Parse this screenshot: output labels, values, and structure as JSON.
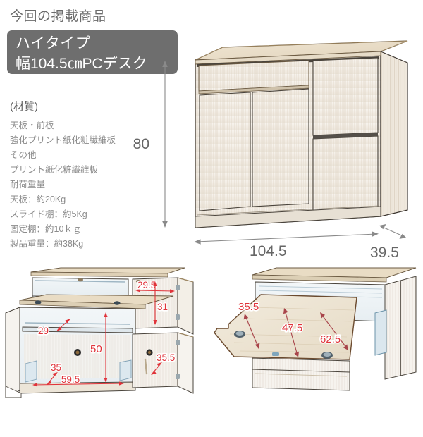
{
  "header": {
    "title": "今回の掲載商品",
    "badge_line1": "ハイタイプ",
    "badge_line2": "幅104.5㎝PCデスク",
    "badge_color": "#6e6e6e",
    "title_color": "#6b6b6b"
  },
  "materials": {
    "heading": "(材質)",
    "lines": [
      "天板・前板",
      "強化プリント紙化粧繊維板",
      "その他",
      "プリント紙化粧繊維板",
      "耐荷重量",
      "天板：約20Kg",
      "スライド棚：約5Kg",
      "固定棚：約10ｋｇ",
      "製品重量：約38Kg"
    ]
  },
  "main_view": {
    "name": "cabinet-perspective",
    "dimension_color": "#666666",
    "dimensions": {
      "height": "80",
      "width": "104.5",
      "depth": "39.5"
    }
  },
  "detail_left": {
    "name": "open-doors-interior-view",
    "dimension_color": "#e0333a",
    "dimensions": {
      "right_top_width": "29.5",
      "right_top_height": "31",
      "shelf_depth": "29",
      "interior_height": "50",
      "slide_depth": "35",
      "interior_width": "59.5",
      "right_bottom_depth": "35.5"
    }
  },
  "detail_right": {
    "name": "slide-shelf-view",
    "dimension_color": "#e0333a",
    "dimensions": {
      "tray_depth": "35.5",
      "tray_width_inner": "47.5",
      "tray_width_outer": "62.5"
    }
  },
  "colors": {
    "wood_light": "#f4efe8",
    "wood_top": "#e8dcc8",
    "outline": "#3a342e",
    "grain": "#ded5c8",
    "interior": "#eef2f4",
    "red": "#e0333a",
    "gray_text": "#666666"
  }
}
